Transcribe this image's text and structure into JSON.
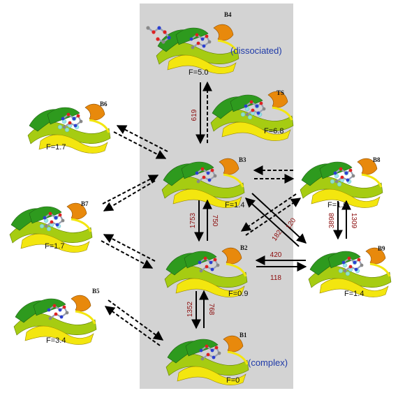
{
  "colors": {
    "panel": "#d3d3d3",
    "rate_text": "#8b0a0a",
    "note_text": "#1f3aa8",
    "ribbon_green": "#2e9a1e",
    "ribbon_lime": "#a6cc12",
    "ribbon_yellow": "#f3e60f",
    "ribbon_orange": "#e8890c",
    "water_cyan": "#8ee3ea"
  },
  "states": [
    {
      "id": "B4",
      "label": "B4",
      "energy": "F=5.0",
      "note": "(dissociated)"
    },
    {
      "id": "TS",
      "label": "TS",
      "energy": "F=6.8"
    },
    {
      "id": "B3",
      "label": "B3",
      "energy": "F=1.4"
    },
    {
      "id": "B2",
      "label": "B2",
      "energy": "F=0.9"
    },
    {
      "id": "B1",
      "label": "B1",
      "energy": "F=0",
      "note": "(complex)"
    },
    {
      "id": "B6",
      "label": "B6",
      "energy": "F=1.7"
    },
    {
      "id": "B7",
      "label": "B7",
      "energy": "F=1.7"
    },
    {
      "id": "B5",
      "label": "B5",
      "energy": "F=3.4"
    },
    {
      "id": "B8",
      "label": "B8",
      "energy": "F=1.6"
    },
    {
      "id": "B9",
      "label": "B9",
      "energy": "F=1.4"
    }
  ],
  "rates": {
    "b4_b3": "619",
    "b3_b2_down": "1753",
    "b2_b3_up": "750",
    "b2_b1_down": "1352",
    "b1_b2_up": "768",
    "b8_b9_down": "3898",
    "b9_b8_up": "1309",
    "b3_b9": "120",
    "b9_b3": "182",
    "b9_b2": "420",
    "b2_b9": "118"
  }
}
